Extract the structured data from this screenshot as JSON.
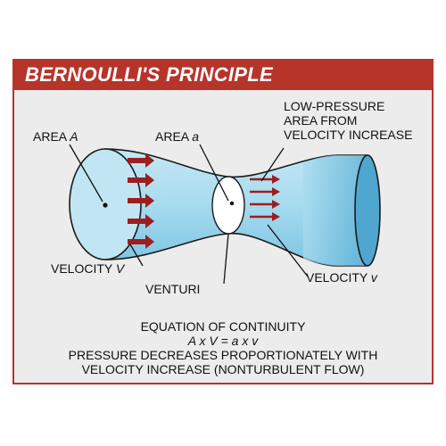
{
  "title": "BERNOULLI'S PRINCIPLE",
  "labels": {
    "area_a_large_prefix": "AREA ",
    "area_a_large_var": "A",
    "area_a_small_prefix": "AREA ",
    "area_a_small_var": "a",
    "low_pressure_line1": "LOW-PRESSURE",
    "low_pressure_line2": "AREA FROM",
    "low_pressure_line3": "VELOCITY INCREASE",
    "velocity_V_prefix": "VELOCITY ",
    "velocity_V_var": "V",
    "venturi": "VENTURI",
    "velocity_v_prefix": "VELOCITY ",
    "velocity_v_var": "v"
  },
  "caption": {
    "line1": "EQUATION OF CONTINUITY",
    "equation": "A x V = a x v",
    "line3": "PRESSURE DECREASES PROPORTIONATELY WITH",
    "line4": "VELOCITY INCREASE (NONTURBULENT FLOW)"
  },
  "colors": {
    "title_bar": "#b7342b",
    "tube": "#a9dcef",
    "arrow": "#9c1f1f"
  }
}
